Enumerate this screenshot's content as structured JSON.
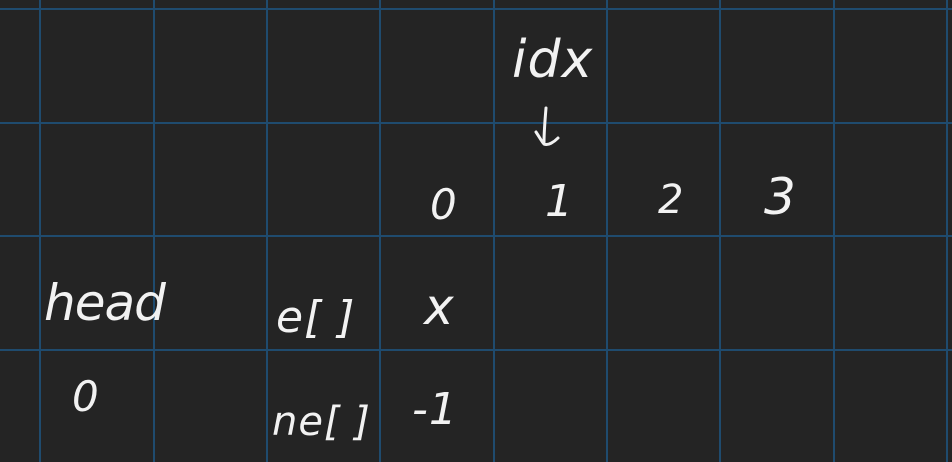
{
  "board": {
    "background": "#242424",
    "grid_color": "#1f4b6e",
    "ink_color": "#f2f2f2"
  },
  "annotations": {
    "idx_label": "idx",
    "idx_arrow_icon": "down-arrow-icon"
  },
  "index_row": [
    "0",
    "1",
    "2",
    "3"
  ],
  "head": {
    "label": "head",
    "value": "0"
  },
  "arrays": {
    "e_label": "e[ ]",
    "e_value_0": "x",
    "ne_label": "ne[ ]",
    "ne_value_0": "-1"
  }
}
